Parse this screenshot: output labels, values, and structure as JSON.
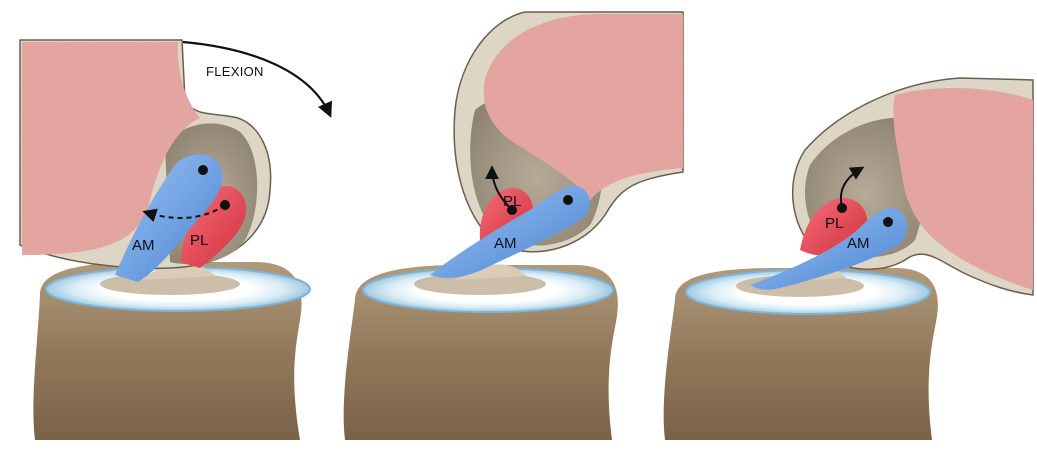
{
  "figure": {
    "flexion_label": "FLEXION",
    "panels": [
      {
        "am_label": "AM",
        "pl_label": "PL"
      },
      {
        "am_label": "AM",
        "pl_label": "PL"
      },
      {
        "am_label": "AM",
        "pl_label": "PL"
      }
    ]
  },
  "colors": {
    "bone_pink": "#e8a8a2",
    "cartilage": "#ddd6c4",
    "notch": "#a89e8c",
    "tibia": "#9a8469",
    "meniscus": "#cfe6f2",
    "am_bundle": "#6d9fe0",
    "pl_bundle": "#e0434f"
  }
}
